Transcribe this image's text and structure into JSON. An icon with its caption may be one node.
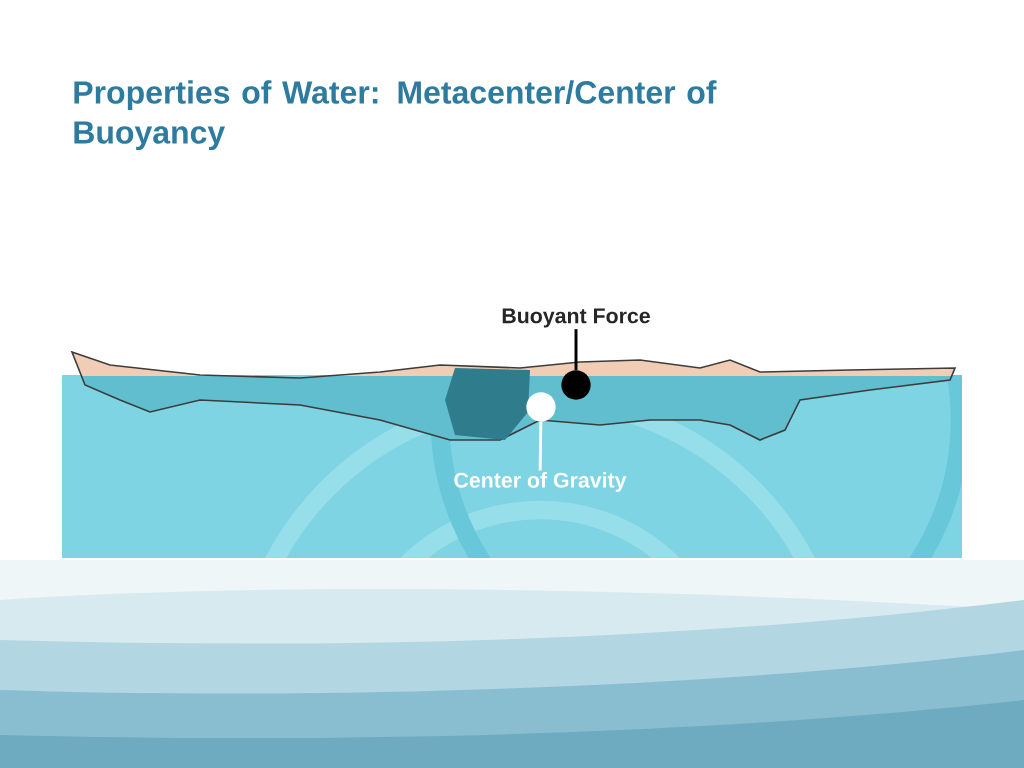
{
  "diagram": {
    "title": "Properties of Water: Metacenter/Center of Buoyancy",
    "nodes": [
      {
        "text": [
          "Buoyant Force"
        ]
      },
      {
        "text": [],
        "shape": "circle"
      },
      {
        "text": [],
        "shape": "circle"
      },
      {
        "text": [
          "Center of Gravity"
        ]
      }
    ],
    "edges": [
      {
        "from": 0,
        "to": 1,
        "arrow": "none"
      },
      {
        "from": 3,
        "to": 2,
        "arrow": "none",
        "color": "#ffffff"
      }
    ]
  }
}
